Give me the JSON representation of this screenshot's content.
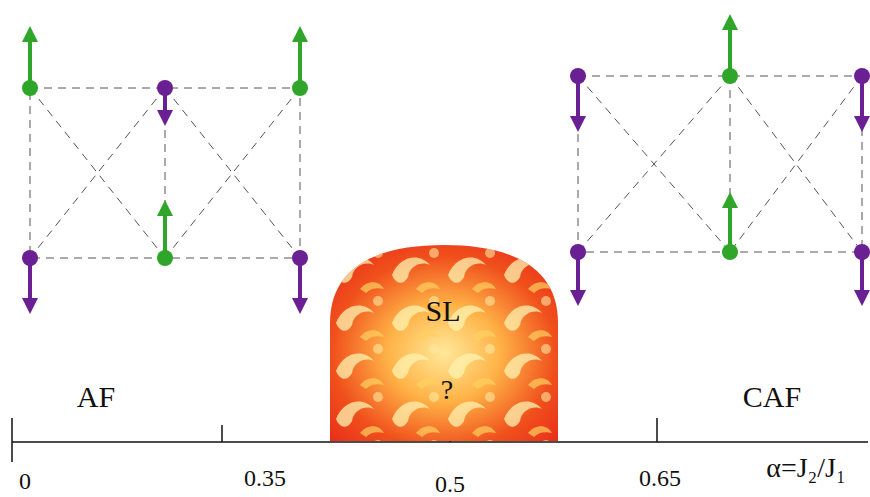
{
  "diagram": {
    "nodes": [
      {
        "text": [
          "SL",
          "?"
        ]
      }
    ],
    "labels": [
      "AF",
      "CAF",
      "0",
      "0.35",
      "0.5",
      "0.65",
      "α=J₂/J₁"
    ]
  }
}
